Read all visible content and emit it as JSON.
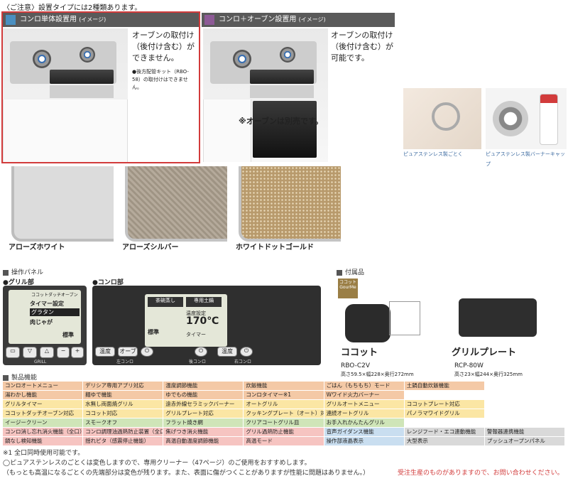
{
  "notice": "〈ご注意〉設置タイプには2種類あります。",
  "install_single": {
    "title": "コンロ単体設置用",
    "title_sub": "(イメージ)",
    "note1": "オーブンの取付け（後付け含む）ができません。",
    "note2": "●後方配管キット（RBO-58）の取付けはできません。",
    "color": "#4a8fc0"
  },
  "install_oven": {
    "title": "コンロ＋オーブン設置用",
    "title_sub": "(イメージ)",
    "note1": "オーブンの取付け（後付け含む）が可能です。",
    "oven_note": "※オーブンは別売です。",
    "color": "#8d5a96"
  },
  "parts_photos": {
    "left_caption": "ピュアステンレス製ごとく",
    "right_caption": "ピュアステンレス製バーナーキャップ"
  },
  "top_plates": [
    {
      "label": "アローズホワイト",
      "color": "#d9d9d9"
    },
    {
      "label": "アローズシルバー",
      "color": "#b4a99a"
    },
    {
      "label": "ホワイトドットゴールド",
      "color": "#b89a6c"
    }
  ],
  "operation_panel": {
    "heading": "操作パネル",
    "grill_heading": "●グリル部",
    "konro_heading": "●コンロ部",
    "grill_lcd_title": "タイマー設定",
    "grill_lcd_items": [
      "グラタン",
      "肉じゃが"
    ],
    "grill_lcd_standard": "標準",
    "grill_lcd_header": "ココットダッチオーブン",
    "grill_label": "GRILL",
    "konro_lcd_left": "左コンロ",
    "konro_lcd_rear": "後コンロ",
    "konro_lcd_right": "右コンロ",
    "konro_buttons": [
      "茶碗蒸し",
      "専用土鍋",
      "標準",
      "タイマー"
    ],
    "temp_label": "温度設定",
    "temp_value": "170℃",
    "temp_button": "温度",
    "oven_button": "オーブン"
  },
  "accessories": {
    "heading": "付属品",
    "badge_top": "ココット",
    "badge_bottom": "GourMe",
    "items": [
      {
        "name": "ココット",
        "model": "RBO-C2V",
        "size": "高さ59.5×幅228×奥行272mm"
      },
      {
        "name": "グリルプレート",
        "model": "RCP-80W",
        "size": "高さ23×幅244×奥行325mm"
      }
    ]
  },
  "features": {
    "heading": "製品機能",
    "rows": [
      [
        [
          "コンロオートメニュー",
          "c-orange"
        ],
        [
          "デリシア専用アプリ対応",
          "c-orange"
        ],
        [
          "温度調節機能",
          "c-orange"
        ],
        [
          "炊飯機能",
          "c-orange"
        ],
        [
          "ごはん（もちもち）モード",
          "c-orange"
        ],
        [
          "土鍋自動炊飯機能",
          "c-orange"
        ],
        [
          "",
          "c-white"
        ]
      ],
      [
        [
          "湯わかし機能",
          "c-orange"
        ],
        [
          "麺ゆで機能",
          "c-orange"
        ],
        [
          "ゆでもの機能",
          "c-orange"
        ],
        [
          "コンロタイマー※1",
          "c-orange"
        ],
        [
          "Wワイド火力バーナー",
          "c-orange"
        ],
        [
          "",
          "c-white"
        ],
        [
          "",
          "c-white"
        ]
      ],
      [
        [
          "グリルタイマー",
          "c-yellow"
        ],
        [
          "水無し両面焼グリル",
          "c-yellow"
        ],
        [
          "遠赤外線セラミックバーナー",
          "c-yellow"
        ],
        [
          "オートグリル",
          "c-yellow"
        ],
        [
          "グリルオートメニュー",
          "c-yellow"
        ],
        [
          "ココットプレート対応",
          "c-yellow"
        ],
        [
          "",
          "c-white"
        ]
      ],
      [
        [
          "ココットダッチオーブン対応",
          "c-yellow"
        ],
        [
          "ココット対応",
          "c-yellow"
        ],
        [
          "グリルプレート対応",
          "c-yellow"
        ],
        [
          "クッキングプレート（オート）対応",
          "c-yellow"
        ],
        [
          "連続オートグリル",
          "c-yellow"
        ],
        [
          "パノラマワイドグリル",
          "c-yellow"
        ],
        [
          "",
          "c-white"
        ]
      ],
      [
        [
          "イージークリーン",
          "c-green"
        ],
        [
          "スモークオフ",
          "c-green"
        ],
        [
          "フラット焼き網",
          "c-green"
        ],
        [
          "クリアコートグリル皿",
          "c-green"
        ],
        [
          "お手入れかんたんグリル",
          "c-green"
        ],
        [
          "",
          "c-white"
        ],
        [
          "",
          "c-white"
        ]
      ],
      [
        [
          "コンロ消し忘れ消火機能（全口）",
          "c-red"
        ],
        [
          "コンロ調理油過熱防止装置（全口）",
          "c-red"
        ],
        [
          "焦げつき消火機能",
          "c-red"
        ],
        [
          "グリル過熱防止機能",
          "c-red"
        ],
        [
          "音声ガイダンス機能",
          "c-blue"
        ],
        [
          "レンジフード・エコ連動機能",
          "c-grey"
        ],
        [
          "警報器連携機能",
          "c-grey"
        ]
      ],
      [
        [
          "鍋なし検知機能",
          "c-red"
        ],
        [
          "揺れピタ（感震停止機能）",
          "c-red"
        ],
        [
          "高温自動温度調節機能",
          "c-red"
        ],
        [
          "高温モード",
          "c-red"
        ],
        [
          "操作部液晶表示",
          "c-blue"
        ],
        [
          "大型表示",
          "c-grey"
        ],
        [
          "プッシュオープンパネル",
          "c-grey"
        ]
      ]
    ]
  },
  "footnotes": {
    "note1": "※1 全口同時使用可能です。",
    "note2": "◯ピュアステンレスのごとくは変色しますので、専用クリーナー（47ページ）のご使用をおすすめします。",
    "note3": "（もっとも高温になるごとくの先端部分は変色が残ります。また、表面に傷がつくことがありますが性能に問題はありません。）",
    "order_note": "受注生産のものがありますので、お問い合わせください。"
  }
}
